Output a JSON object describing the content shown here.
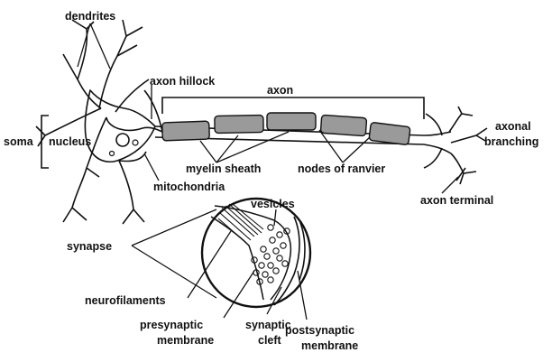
{
  "labels": {
    "dendrites": "dendrites",
    "axon_hillock": "axon hillock",
    "axon": "axon",
    "soma": "soma",
    "nucleus": "nucleus",
    "axonal_1": "axonal",
    "axonal_2": "branching",
    "myelin_sheath": "myelin sheath",
    "nodes_of_ranvier": "nodes of ranvier",
    "mitochondria": "mitochondria",
    "vesicles": "vesicles",
    "axon_terminal": "axon terminal",
    "synapse": "synapse",
    "neurofilaments": "neurofilaments",
    "presynaptic_1": "presynaptic",
    "presynaptic_2": "membrane",
    "synaptic_1": "synaptic",
    "synaptic_2": "cleft",
    "postsynaptic_1": "postsynaptic",
    "postsynaptic_2": "membrane"
  },
  "colors": {
    "ink": "#111111",
    "myelin": "#9a9a9a",
    "background": "#ffffff"
  }
}
